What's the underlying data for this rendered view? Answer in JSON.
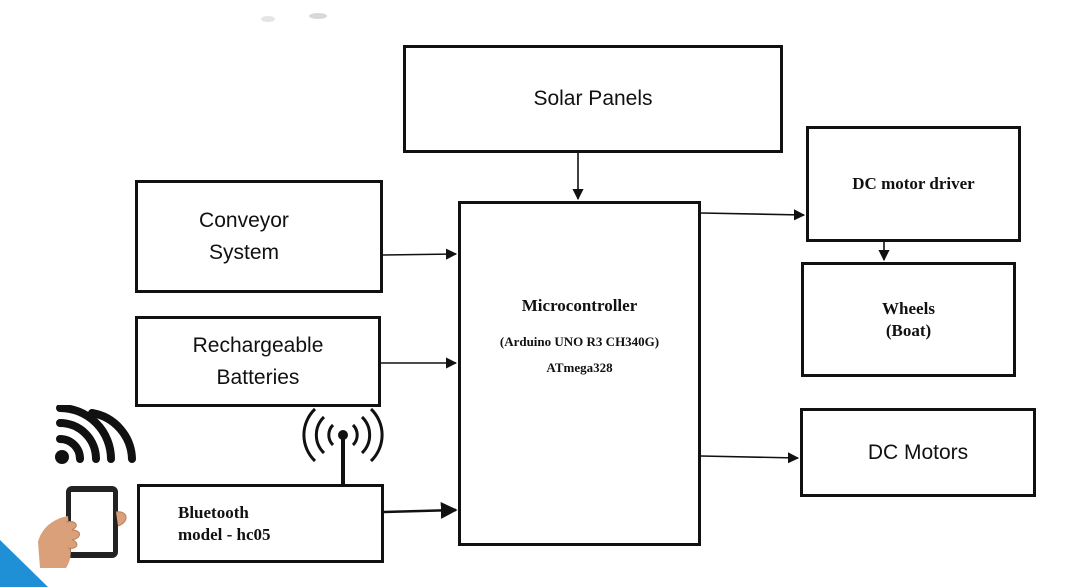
{
  "diagram": {
    "solar_panels": "Solar Panels",
    "conveyor": {
      "line1": "Conveyor",
      "line2": "System"
    },
    "batteries": {
      "line1": "Rechargeable",
      "line2": "Batteries"
    },
    "bluetooth": {
      "line1": "Bluetooth",
      "line2": "model - hc05"
    },
    "microcontroller": {
      "title": "Microcontroller",
      "subtitle": "(Arduino UNO R3 CH340G)",
      "chip": "ATmega328"
    },
    "dc_motor_driver": "DC motor driver",
    "wheels": {
      "line1": "Wheels",
      "line2": "(Boat)"
    },
    "dc_motors": "DC Motors"
  },
  "icons": {
    "wifi": "wifi-signal-icon",
    "antenna": "antenna-broadcast-icon",
    "phone": "hand-holding-smartphone-icon"
  },
  "colors": {
    "line": "#111111",
    "accent": "#1f8fd6"
  }
}
